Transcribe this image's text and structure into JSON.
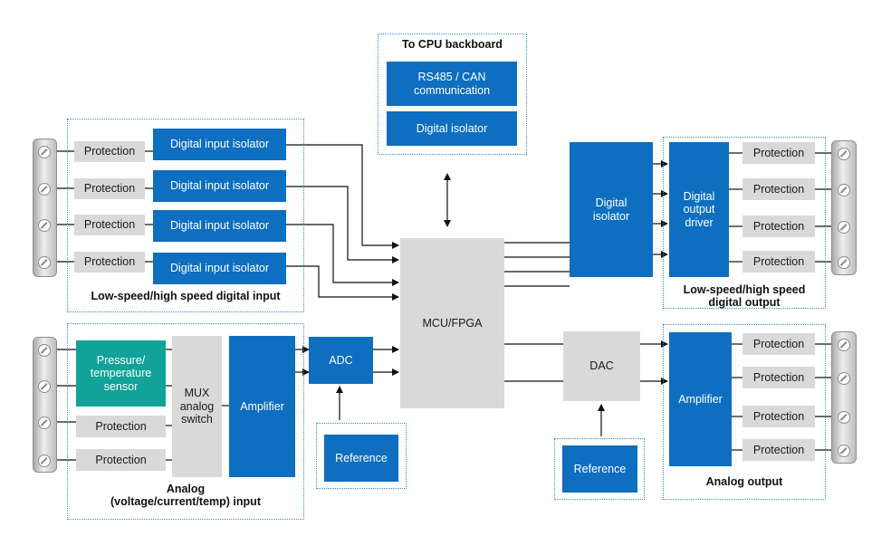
{
  "top": {
    "title": "To CPU backboard",
    "rs485": "RS485 / CAN\ncommunication",
    "isolator": "Digital isolator"
  },
  "digital_input": {
    "protection": [
      "Protection",
      "Protection",
      "Protection",
      "Protection"
    ],
    "isolators": [
      "Digital input isolator",
      "Digital input isolator",
      "Digital input isolator",
      "Digital input isolator"
    ],
    "caption": "Low-speed/high speed digital input"
  },
  "mcu": "MCU/FPGA",
  "digital_output": {
    "digital_isolator": "Digital\nisolator",
    "driver": "Digital\noutput\ndriver",
    "protection": [
      "Protection",
      "Protection",
      "Protection",
      "Protection"
    ],
    "caption": "Low-speed/high speed\ndigital output"
  },
  "analog_input": {
    "sensor": "Pressure/\ntemperature\nsensor",
    "protection": [
      "Protection",
      "Protection"
    ],
    "mux": "MUX\nanalog\nswitch",
    "amplifier": "Amplifier",
    "adc": "ADC",
    "reference": "Reference",
    "caption": "Analog\n(voltage/current/temp) input"
  },
  "analog_output": {
    "dac": "DAC",
    "reference": "Reference",
    "amplifier": "Amplifier",
    "protection": [
      "Protection",
      "Protection",
      "Protection",
      "Protection"
    ],
    "caption": "Analog output"
  },
  "colors": {
    "blue": "#0e6ec0",
    "gray": "#d9d9d9",
    "teal": "#12a29a",
    "group_border": "#3a8ed2"
  }
}
